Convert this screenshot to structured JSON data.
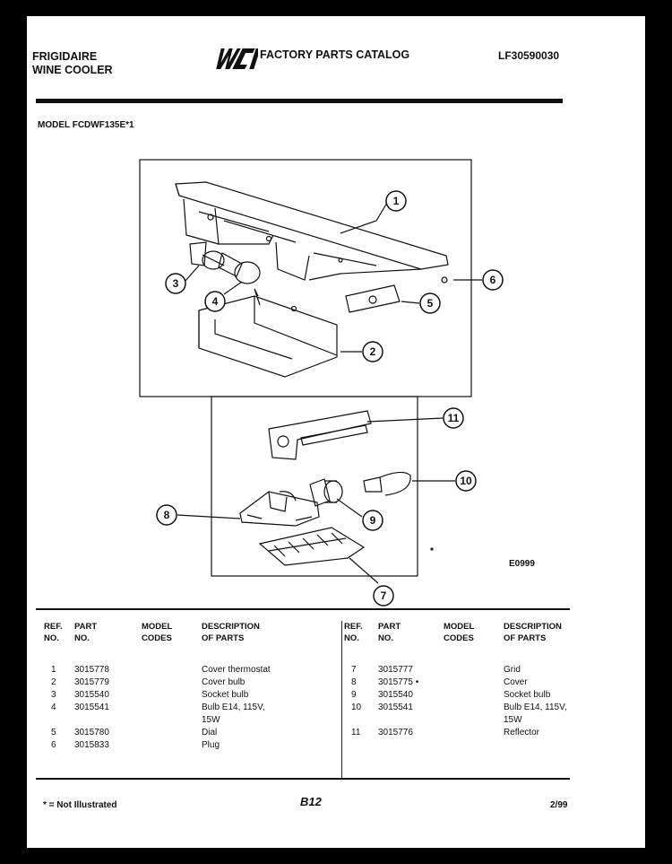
{
  "header": {
    "brand_line1": "FRIGIDAIRE",
    "brand_line2": "WINE COOLER",
    "logo_text": "WCI",
    "catalog_title": "FACTORY PARTS CATALOG",
    "catalog_code": "LF30590030"
  },
  "model_label": "MODEL FCDWF135E*1",
  "diagram": {
    "callouts": [
      "1",
      "2",
      "3",
      "4",
      "5",
      "6",
      "7",
      "8",
      "9",
      "10",
      "11"
    ],
    "illustration_code": "E0999"
  },
  "table": {
    "headers": {
      "ref": [
        "REF.",
        "NO."
      ],
      "part": [
        "PART",
        "NO."
      ],
      "model": [
        "MODEL",
        "CODES"
      ],
      "desc": [
        "DESCRIPTION",
        "OF PARTS"
      ]
    },
    "left_rows": [
      {
        "ref": "1",
        "part": "3015778",
        "desc": "Cover thermostat"
      },
      {
        "ref": "2",
        "part": "3015779",
        "desc": "Cover bulb"
      },
      {
        "ref": "3",
        "part": "3015540",
        "desc": "Socket bulb"
      },
      {
        "ref": "4",
        "part": "3015541",
        "desc": "Bulb E14, 115V,"
      },
      {
        "ref": "",
        "part": "",
        "desc": "15W"
      },
      {
        "ref": "5",
        "part": "3015780",
        "desc": "Dial"
      },
      {
        "ref": "6",
        "part": "3015833",
        "desc": "Plug"
      }
    ],
    "right_rows": [
      {
        "ref": "7",
        "part": "3015777",
        "desc": "Grid"
      },
      {
        "ref": "8",
        "part": "3015775 •",
        "desc": "Cover"
      },
      {
        "ref": "9",
        "part": "3015540",
        "desc": "Socket bulb"
      },
      {
        "ref": "10",
        "part": "3015541",
        "desc": "Bulb E14, 115V,"
      },
      {
        "ref": "",
        "part": "",
        "desc": "15W"
      },
      {
        "ref": "11",
        "part": "3015776",
        "desc": "Reflector"
      }
    ]
  },
  "footer": {
    "note": "* = Not Illustrated",
    "page": "B12",
    "date": "2/99"
  }
}
